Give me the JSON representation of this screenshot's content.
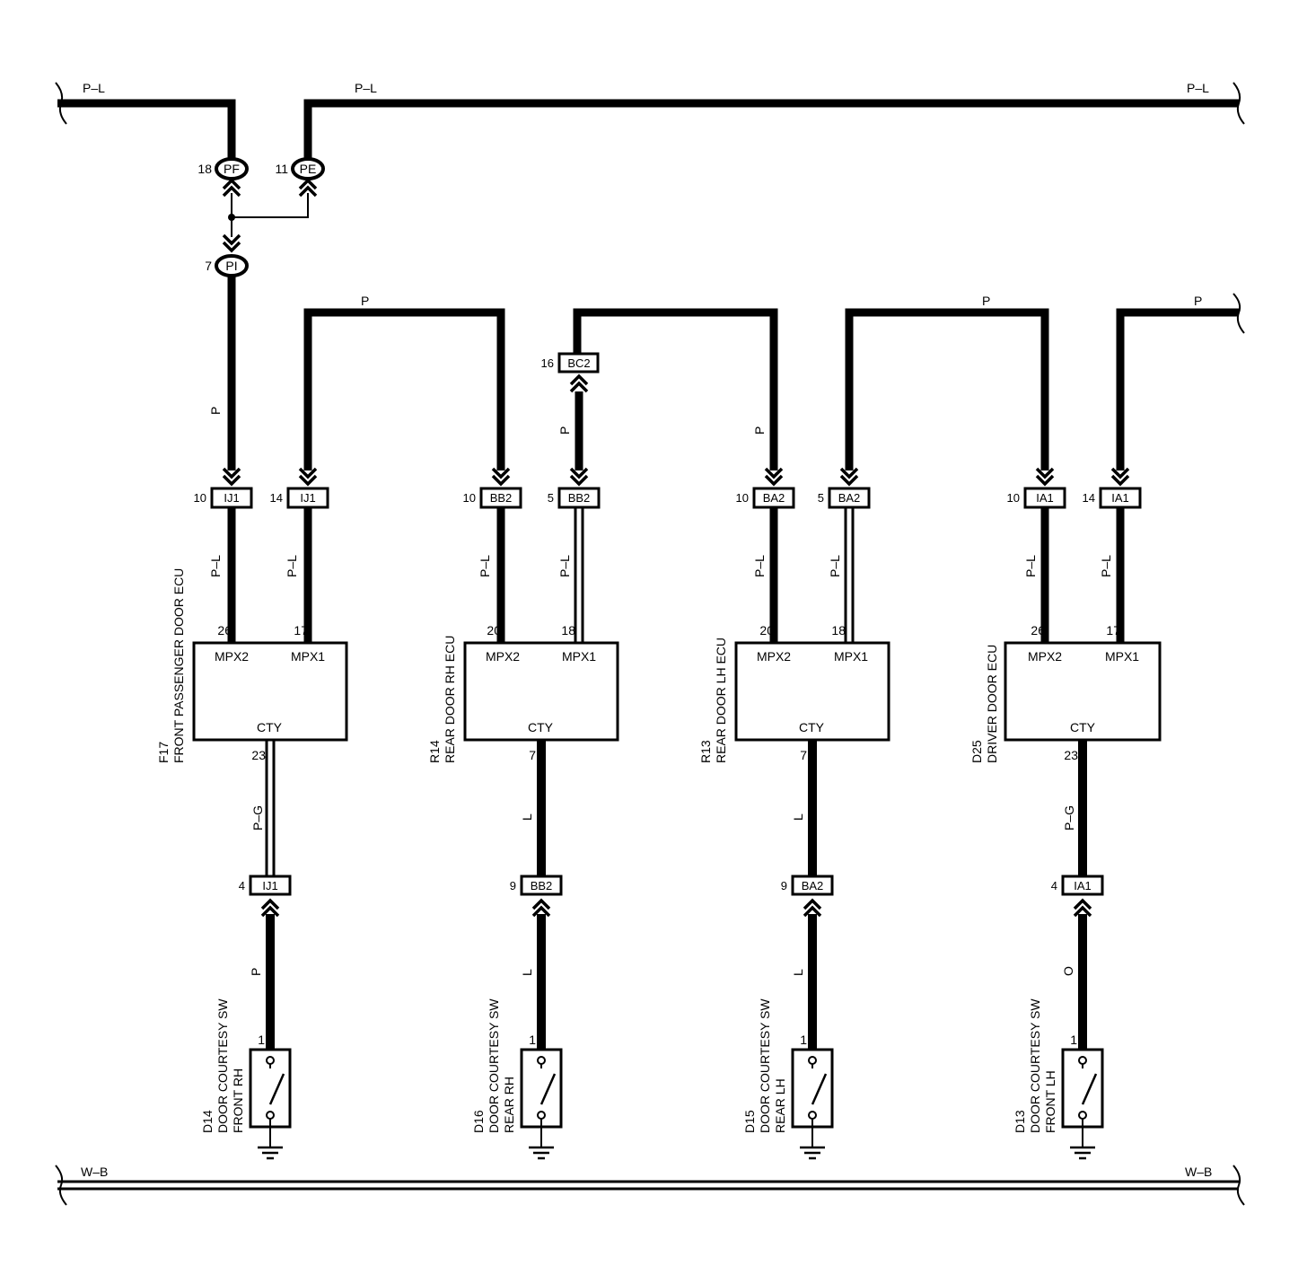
{
  "wire_colors": {
    "top_left": "P–L",
    "top_mid": "P–L",
    "top_right": "P–L",
    "p_1": "P",
    "p_2": "P",
    "p_3": "P",
    "p_down_1": "P",
    "p_down_2": "P",
    "p_down_3": "P",
    "pl_1": "P–L",
    "pl_2": "P–L",
    "pl_3": "P–L",
    "pl_4": "P–L",
    "pl_5": "P–L",
    "pl_6": "P–L",
    "pl_7": "P–L",
    "pl_8": "P–L",
    "pg_1": "P–G",
    "pg_2": "P–G",
    "l_1": "L",
    "l_2": "L",
    "l_3": "L",
    "l_4": "L",
    "p_sw_1": "P",
    "o_sw_4": "O",
    "ground_left": "W–B",
    "ground_right": "W–B"
  },
  "splices": {
    "pf": {
      "pin": "18",
      "code": "PF"
    },
    "pe": {
      "pin": "11",
      "code": "PE"
    },
    "pi": {
      "pin": "7",
      "code": "PI"
    }
  },
  "connectors": {
    "bc2_16": {
      "pin": "16",
      "code": "BC2"
    },
    "ij1_10": {
      "pin": "10",
      "code": "IJ1"
    },
    "ij1_14": {
      "pin": "14",
      "code": "IJ1"
    },
    "bb2_10": {
      "pin": "10",
      "code": "BB2"
    },
    "bb2_5": {
      "pin": "5",
      "code": "BB2"
    },
    "ba2_10": {
      "pin": "10",
      "code": "BA2"
    },
    "ba2_5": {
      "pin": "5",
      "code": "BA2"
    },
    "ia1_10": {
      "pin": "10",
      "code": "IA1"
    },
    "ia1_14": {
      "pin": "14",
      "code": "IA1"
    },
    "ij1_4": {
      "pin": "4",
      "code": "IJ1"
    },
    "bb2_9": {
      "pin": "9",
      "code": "BB2"
    },
    "ba2_9": {
      "pin": "9",
      "code": "BA2"
    },
    "ia1_4": {
      "pin": "4",
      "code": "IA1"
    }
  },
  "ecus": [
    {
      "id": "F17",
      "name": "FRONT PASSENGER DOOR ECU",
      "mpx2_pin": "26",
      "mpx1_pin": "17",
      "cty_pin": "23",
      "mpx2": "MPX2",
      "mpx1": "MPX1",
      "cty": "CTY"
    },
    {
      "id": "R14",
      "name": "REAR DOOR RH ECU",
      "mpx2_pin": "20",
      "mpx1_pin": "18",
      "cty_pin": "7",
      "mpx2": "MPX2",
      "mpx1": "MPX1",
      "cty": "CTY"
    },
    {
      "id": "R13",
      "name": "REAR DOOR LH ECU",
      "mpx2_pin": "20",
      "mpx1_pin": "18",
      "cty_pin": "7",
      "mpx2": "MPX2",
      "mpx1": "MPX1",
      "cty": "CTY"
    },
    {
      "id": "D25",
      "name": "DRIVER DOOR ECU",
      "mpx2_pin": "26",
      "mpx1_pin": "17",
      "cty_pin": "23",
      "mpx2": "MPX2",
      "mpx1": "MPX1",
      "cty": "CTY"
    }
  ],
  "switches": [
    {
      "id": "D14",
      "name": "DOOR COURTESY SW",
      "position": "FRONT RH",
      "pin": "1"
    },
    {
      "id": "D16",
      "name": "DOOR COURTESY SW",
      "position": "REAR RH",
      "pin": "1"
    },
    {
      "id": "D15",
      "name": "DOOR COURTESY SW",
      "position": "REAR LH",
      "pin": "1"
    },
    {
      "id": "D13",
      "name": "DOOR COURTESY SW",
      "position": "FRONT LH",
      "pin": "1"
    }
  ]
}
